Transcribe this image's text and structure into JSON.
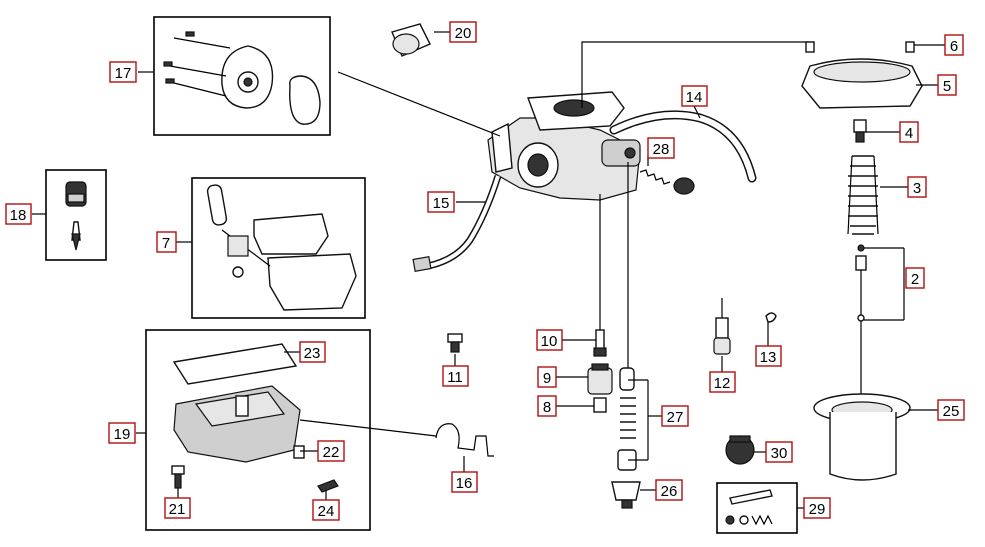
{
  "callouts": {
    "c1": "2",
    "c2": "3",
    "c3": "4",
    "c4": "5",
    "c5": "6",
    "c6": "7",
    "c7": "8",
    "c8": "9",
    "c9": "10",
    "c10": "11",
    "c11": "12",
    "c12": "13",
    "c13": "14",
    "c14": "15",
    "c15": "16",
    "c16": "17",
    "c17": "18",
    "c18": "19",
    "c19": "20",
    "c20": "21",
    "c21": "22",
    "c22": "23",
    "c23": "24",
    "c24": "25",
    "c25": "26",
    "c26": "27",
    "c27": "28",
    "c28": "29",
    "c29": "30"
  },
  "colors": {
    "callout_border": "#b01010",
    "line": "#000000"
  }
}
